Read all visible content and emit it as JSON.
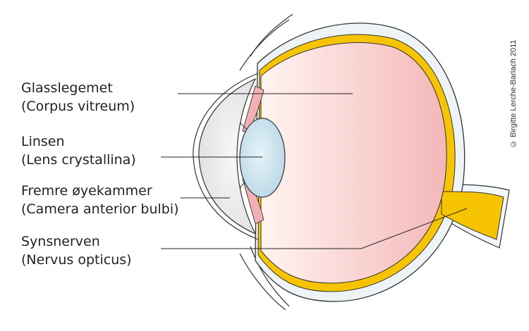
{
  "labels": [
    {
      "primary": "Glasslegemet",
      "latin": "(Corpus vitreum)"
    },
    {
      "primary": "Linsen",
      "latin": "(Lens crystallina)"
    },
    {
      "primary": "Fremre øyekammer",
      "latin": "(Camera anterior bulbi)"
    },
    {
      "primary": "Synsnerven",
      "latin": "(Nervus opticus)"
    }
  ],
  "credit": "© Birgitte Lerche-Barlach 2011",
  "colors": {
    "retina": "#f6c400",
    "vitreous_light": "#fff4ef",
    "vitreous_dark": "#f4b7b9",
    "iris": "#f3b0b3",
    "lens": "#cfe6f1",
    "cornea": "#ececec",
    "outline": "#333333",
    "leader": "#222222"
  }
}
